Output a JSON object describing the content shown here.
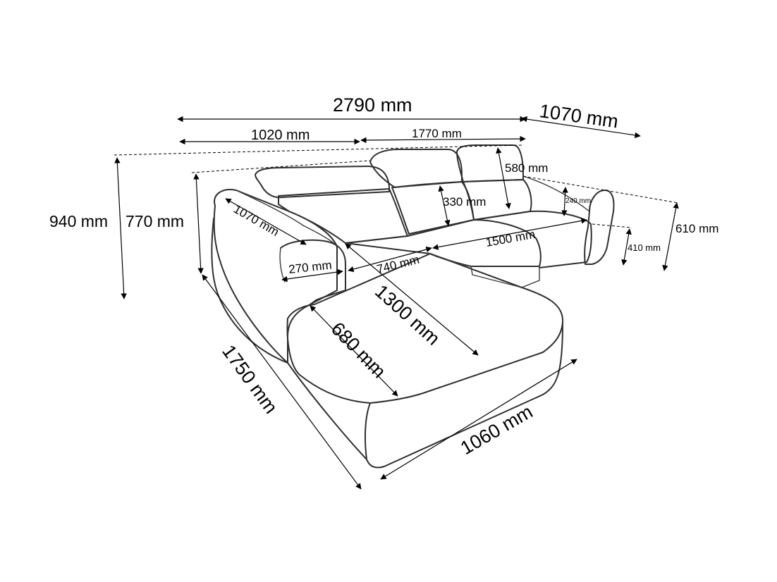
{
  "diagram": {
    "units": "mm",
    "dimensions": {
      "total_width": "2790 mm",
      "end_depth": "1070 mm",
      "chaise_module_width": "1020 mm",
      "sofa_module_width": "1770 mm",
      "max_height": "940 mm",
      "height": "770 mm",
      "headrest_height": "580 mm",
      "backrest_height": "330 mm",
      "armrest_top_height": "240 mm",
      "armrest_height": "610 mm",
      "seat_height": "410 mm",
      "seat_width": "1500 mm",
      "chaise_back_length": "1070 mm",
      "armrest_width": "270 mm",
      "seat_span": "740 mm",
      "chaise_seat_length": "1300 mm",
      "chaise_seat_width": "680 mm",
      "chaise_length": "1750 mm",
      "chaise_width": "1060 mm"
    }
  }
}
